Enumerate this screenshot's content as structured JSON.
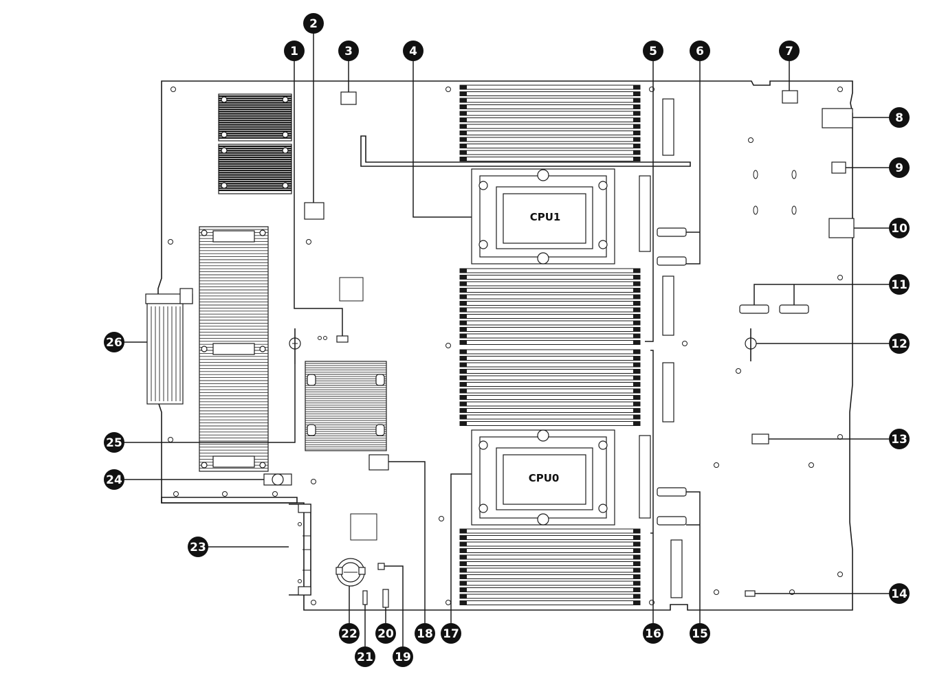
{
  "diagram": {
    "cpu_labels": {
      "cpu1": "CPU1",
      "cpu0": "CPU0"
    },
    "callouts": [
      "1",
      "2",
      "3",
      "4",
      "5",
      "6",
      "7",
      "8",
      "9",
      "10",
      "11",
      "12",
      "13",
      "14",
      "15",
      "16",
      "17",
      "18",
      "19",
      "20",
      "21",
      "22",
      "23",
      "24",
      "25",
      "26"
    ]
  }
}
